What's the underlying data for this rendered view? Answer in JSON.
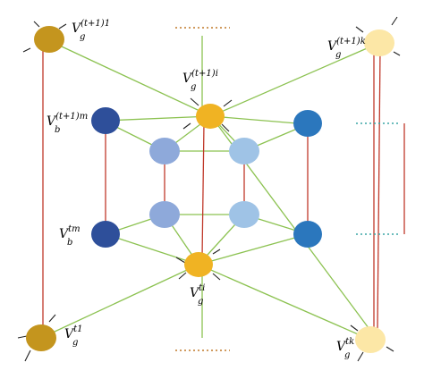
{
  "colors": {
    "green_edge": "#8cc251",
    "red_edge": "#c0392b",
    "dotted_orange": "#c07a2a",
    "dotted_teal": "#3aa5a5",
    "tick": "#222222",
    "gold": "#c4951e",
    "pale": "#fce7a6",
    "yellow": "#f0b323",
    "navy": "#2e4f9a",
    "mid_blue": "#2b77bd",
    "light_blue": "#9fc3e6",
    "periwinkle": "#8ea9da"
  },
  "labels": {
    "g_t1_1": {
      "main": "V",
      "sub": "g",
      "sup": "(t+1)1"
    },
    "g_t1_k": {
      "main": "V",
      "sub": "g",
      "sup": "(t+1)k"
    },
    "g_t1_i": {
      "main": "V",
      "sub": "g",
      "sup": "(t+1)i"
    },
    "b_t1_m": {
      "main": "V",
      "sub": "b",
      "sup": "(t+1)m"
    },
    "b_t_m": {
      "main": "V",
      "sub": "b",
      "sup": "tm"
    },
    "g_t_i": {
      "main": "V",
      "sub": "g",
      "sup": "ti"
    },
    "g_t_1": {
      "main": "V",
      "sub": "g",
      "sup": "t1"
    },
    "g_t_k": {
      "main": "V",
      "sub": "g",
      "sup": "tk"
    }
  }
}
